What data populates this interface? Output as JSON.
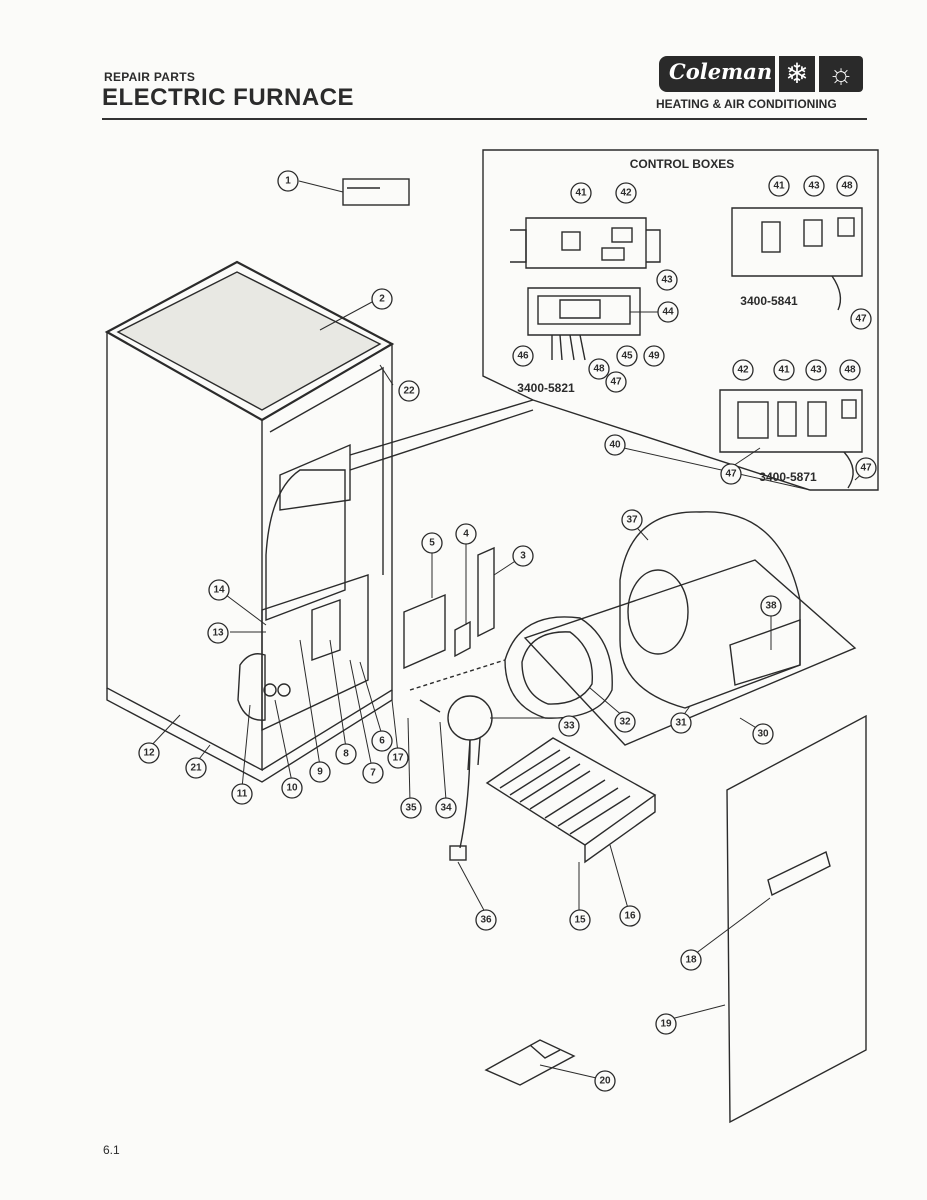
{
  "header": {
    "subtitle": "REPAIR PARTS",
    "title": "ELECTRIC FURNACE",
    "brand_name": "Coleman",
    "brand_tagline": "HEATING & AIR CONDITIONING",
    "brand_icons": [
      "snowflake-icon",
      "sun-icon"
    ]
  },
  "inset": {
    "title": "CONTROL BOXES",
    "models": [
      "3400-5821",
      "3400-5841",
      "3400-5871"
    ]
  },
  "callouts": [
    "1",
    "2",
    "3",
    "4",
    "5",
    "6",
    "7",
    "8",
    "9",
    "10",
    "11",
    "12",
    "13",
    "14",
    "15",
    "16",
    "17",
    "18",
    "19",
    "20",
    "21",
    "22",
    "30",
    "31",
    "32",
    "33",
    "34",
    "35",
    "36",
    "37",
    "38",
    "40",
    "41",
    "41",
    "41",
    "42",
    "42",
    "43",
    "43",
    "43",
    "44",
    "45",
    "46",
    "47",
    "47",
    "47",
    "47",
    "48",
    "48",
    "48",
    "49"
  ],
  "footer": {
    "page_number": "6.1"
  }
}
